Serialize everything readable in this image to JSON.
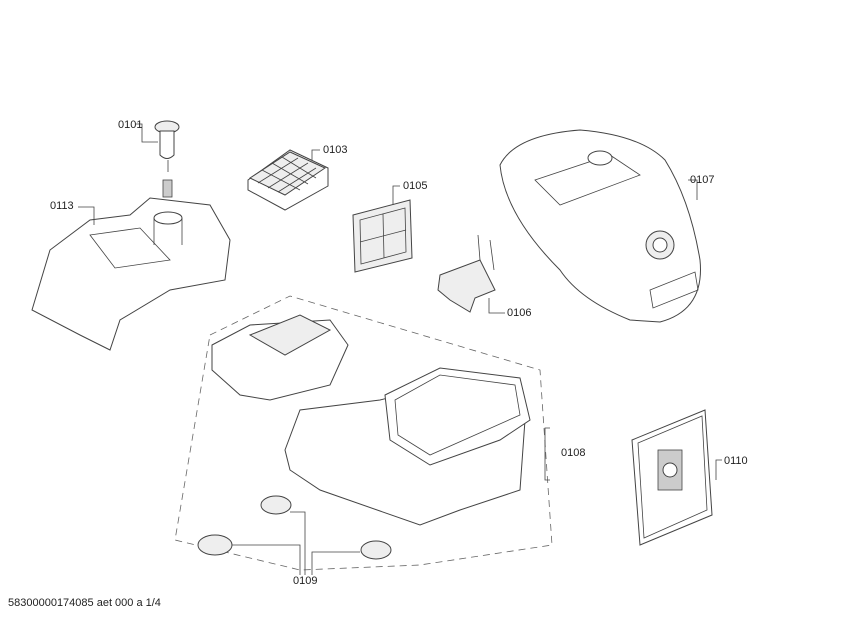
{
  "parts": [
    {
      "id": "0101",
      "label": "0101"
    },
    {
      "id": "0103",
      "label": "0103"
    },
    {
      "id": "0105",
      "label": "0105"
    },
    {
      "id": "0106",
      "label": "0106"
    },
    {
      "id": "0107",
      "label": "0107"
    },
    {
      "id": "0108",
      "label": "0108"
    },
    {
      "id": "0109",
      "label": "0109"
    },
    {
      "id": "0110",
      "label": "0110"
    },
    {
      "id": "0113",
      "label": "0113"
    }
  ],
  "footer": "58300000174085 aet 000 a 1/4"
}
